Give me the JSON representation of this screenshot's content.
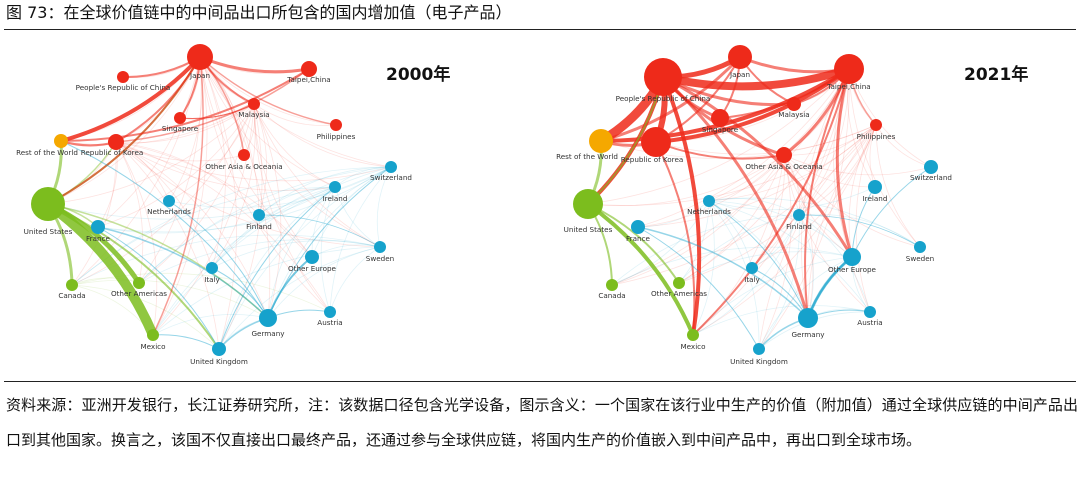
{
  "figure": {
    "title": "图 73：在全球价值链中的中间品出口所包含的国内增加值（电子产品）",
    "note": "资料来源：亚洲开发银行，长江证券研究所，注：该数据口径包含光学设备，图示含义：一个国家在该行业中生产的价值（附加值）通过全球供应链的中间产品出口到其他国家。换言之，该国不仅直接出口最终产品，还通过参与全球供应链，将国内生产的价值嵌入到中间产品中，再出口到全球市场。"
  },
  "colors": {
    "asia": "#ee2a1a",
    "rest_of_world": "#f5a800",
    "americas": "#7cbd1e",
    "europe": "#16a2cc"
  },
  "networks": [
    {
      "id": "2000",
      "label": "2000年",
      "nodes": [
        {
          "id": "japan",
          "label": "Japan",
          "group": "asia",
          "size": 13
        },
        {
          "id": "prc",
          "label": "People's Republic of China",
          "group": "asia",
          "size": 6
        },
        {
          "id": "taipei",
          "label": "Taipei,China",
          "group": "asia",
          "size": 8
        },
        {
          "id": "malaysia",
          "label": "Malaysia",
          "group": "asia",
          "size": 6
        },
        {
          "id": "singapore",
          "label": "Singapore",
          "group": "asia",
          "size": 6
        },
        {
          "id": "philippines",
          "label": "Philippines",
          "group": "asia",
          "size": 6
        },
        {
          "id": "korea",
          "label": "Republic of Korea",
          "group": "asia",
          "size": 8
        },
        {
          "id": "row",
          "label": "Rest of the World",
          "group": "rest_of_world",
          "size": 7
        },
        {
          "id": "oao",
          "label": "Other Asia & Oceania",
          "group": "asia",
          "size": 6
        },
        {
          "id": "switzerland",
          "label": "Switzerland",
          "group": "europe",
          "size": 6
        },
        {
          "id": "us",
          "label": "United States",
          "group": "americas",
          "size": 17
        },
        {
          "id": "netherlands",
          "label": "Netherlands",
          "group": "europe",
          "size": 6
        },
        {
          "id": "ireland",
          "label": "Ireland",
          "group": "europe",
          "size": 6
        },
        {
          "id": "france",
          "label": "France",
          "group": "europe",
          "size": 7
        },
        {
          "id": "finland",
          "label": "Finland",
          "group": "europe",
          "size": 6
        },
        {
          "id": "sweden",
          "label": "Sweden",
          "group": "europe",
          "size": 6
        },
        {
          "id": "italy",
          "label": "Italy",
          "group": "europe",
          "size": 6
        },
        {
          "id": "othereurope",
          "label": "Other Europe",
          "group": "europe",
          "size": 7
        },
        {
          "id": "canada",
          "label": "Canada",
          "group": "americas",
          "size": 6
        },
        {
          "id": "otheramericas",
          "label": "Other Americas",
          "group": "americas",
          "size": 6
        },
        {
          "id": "austria",
          "label": "Austria",
          "group": "europe",
          "size": 6
        },
        {
          "id": "germany",
          "label": "Germany",
          "group": "europe",
          "size": 9
        },
        {
          "id": "mexico",
          "label": "Mexico",
          "group": "americas",
          "size": 6
        },
        {
          "id": "uk",
          "label": "United Kingdom",
          "group": "europe",
          "size": 7
        }
      ],
      "edges": [
        {
          "source": "us",
          "target": "mexico",
          "weight": 10
        },
        {
          "source": "us",
          "target": "otheramericas",
          "weight": 5
        },
        {
          "source": "us",
          "target": "canada",
          "weight": 3
        },
        {
          "source": "us",
          "target": "row",
          "weight": 3
        },
        {
          "source": "us",
          "target": "japan",
          "weight": 2
        },
        {
          "source": "us",
          "target": "uk",
          "weight": 2
        },
        {
          "source": "us",
          "target": "germany",
          "weight": 1.5
        },
        {
          "source": "us",
          "target": "korea",
          "weight": 1.5
        },
        {
          "source": "us",
          "target": "france",
          "weight": 1.5
        },
        {
          "source": "japan",
          "target": "row",
          "weight": 4
        },
        {
          "source": "japan",
          "target": "taipei",
          "weight": 3
        },
        {
          "source": "japan",
          "target": "korea",
          "weight": 2
        },
        {
          "source": "japan",
          "target": "malaysia",
          "weight": 2
        },
        {
          "source": "japan",
          "target": "singapore",
          "weight": 2
        },
        {
          "source": "japan",
          "target": "prc",
          "weight": 2
        },
        {
          "source": "japan",
          "target": "philippines",
          "weight": 1.5
        },
        {
          "source": "japan",
          "target": "mexico",
          "weight": 1.5
        },
        {
          "source": "japan",
          "target": "oao",
          "weight": 1.5
        },
        {
          "source": "japan",
          "target": "us",
          "weight": 2
        },
        {
          "source": "taipei",
          "target": "row",
          "weight": 2
        },
        {
          "source": "taipei",
          "target": "korea",
          "weight": 1.5
        },
        {
          "source": "korea",
          "target": "row",
          "weight": 2
        },
        {
          "source": "germany",
          "target": "othereurope",
          "weight": 2
        },
        {
          "source": "germany",
          "target": "france",
          "weight": 1.5
        },
        {
          "source": "germany",
          "target": "uk",
          "weight": 1.5
        },
        {
          "source": "germany",
          "target": "italy",
          "weight": 1
        },
        {
          "source": "germany",
          "target": "austria",
          "weight": 1
        },
        {
          "source": "germany",
          "target": "row",
          "weight": 1
        },
        {
          "source": "france",
          "target": "uk",
          "weight": 1
        },
        {
          "source": "ireland",
          "target": "uk",
          "weight": 1
        },
        {
          "source": "netherlands",
          "target": "germany",
          "weight": 1
        },
        {
          "source": "switzerland",
          "target": "germany",
          "weight": 1
        },
        {
          "source": "malaysia",
          "target": "singapore",
          "weight": 1
        },
        {
          "source": "singapore",
          "target": "malaysia",
          "weight": 1
        },
        {
          "source": "sweden",
          "target": "finland",
          "weight": 0.8
        },
        {
          "source": "uk",
          "target": "mexico",
          "weight": 1
        }
      ]
    },
    {
      "id": "2021",
      "label": "2021年",
      "nodes": [
        {
          "id": "japan",
          "label": "Japan",
          "group": "asia",
          "size": 12
        },
        {
          "id": "prc",
          "label": "People's Republic of China",
          "group": "asia",
          "size": 19
        },
        {
          "id": "taipei",
          "label": "Taipei,China",
          "group": "asia",
          "size": 15
        },
        {
          "id": "malaysia",
          "label": "Malaysia",
          "group": "asia",
          "size": 7
        },
        {
          "id": "singapore",
          "label": "Singapore",
          "group": "asia",
          "size": 9
        },
        {
          "id": "philippines",
          "label": "Philippines",
          "group": "asia",
          "size": 6
        },
        {
          "id": "korea",
          "label": "Republic of Korea",
          "group": "asia",
          "size": 15
        },
        {
          "id": "row",
          "label": "Rest of the World",
          "group": "rest_of_world",
          "size": 12
        },
        {
          "id": "oao",
          "label": "Other Asia & Oceania",
          "group": "asia",
          "size": 8
        },
        {
          "id": "switzerland",
          "label": "Switzerland",
          "group": "europe",
          "size": 7
        },
        {
          "id": "us",
          "label": "United States",
          "group": "americas",
          "size": 15
        },
        {
          "id": "netherlands",
          "label": "Netherlands",
          "group": "europe",
          "size": 6
        },
        {
          "id": "ireland",
          "label": "Ireland",
          "group": "europe",
          "size": 7
        },
        {
          "id": "france",
          "label": "France",
          "group": "europe",
          "size": 7
        },
        {
          "id": "finland",
          "label": "Finland",
          "group": "europe",
          "size": 6
        },
        {
          "id": "sweden",
          "label": "Sweden",
          "group": "europe",
          "size": 6
        },
        {
          "id": "italy",
          "label": "Italy",
          "group": "europe",
          "size": 6
        },
        {
          "id": "othereurope",
          "label": "Other Europe",
          "group": "europe",
          "size": 9
        },
        {
          "id": "canada",
          "label": "Canada",
          "group": "americas",
          "size": 6
        },
        {
          "id": "otheramericas",
          "label": "Other Americas",
          "group": "americas",
          "size": 6
        },
        {
          "id": "austria",
          "label": "Austria",
          "group": "europe",
          "size": 6
        },
        {
          "id": "germany",
          "label": "Germany",
          "group": "europe",
          "size": 10
        },
        {
          "id": "mexico",
          "label": "Mexico",
          "group": "americas",
          "size": 6
        },
        {
          "id": "uk",
          "label": "United Kingdom",
          "group": "europe",
          "size": 6
        }
      ],
      "edges": [
        {
          "source": "prc",
          "target": "taipei",
          "weight": 8
        },
        {
          "source": "prc",
          "target": "japan",
          "weight": 5
        },
        {
          "source": "prc",
          "target": "korea",
          "weight": 6
        },
        {
          "source": "prc",
          "target": "row",
          "weight": 9
        },
        {
          "source": "prc",
          "target": "singapore",
          "weight": 3
        },
        {
          "source": "prc",
          "target": "malaysia",
          "weight": 3
        },
        {
          "source": "prc",
          "target": "oao",
          "weight": 3
        },
        {
          "source": "prc",
          "target": "mexico",
          "weight": 4
        },
        {
          "source": "prc",
          "target": "germany",
          "weight": 3
        },
        {
          "source": "prc",
          "target": "othereurope",
          "weight": 3
        },
        {
          "source": "prc",
          "target": "us",
          "weight": 4
        },
        {
          "source": "taipei",
          "target": "japan",
          "weight": 3
        },
        {
          "source": "taipei",
          "target": "korea",
          "weight": 4
        },
        {
          "source": "taipei",
          "target": "row",
          "weight": 4
        },
        {
          "source": "taipei",
          "target": "malaysia",
          "weight": 2
        },
        {
          "source": "taipei",
          "target": "singapore",
          "weight": 2
        },
        {
          "source": "taipei",
          "target": "philippines",
          "weight": 1.5
        },
        {
          "source": "taipei",
          "target": "oao",
          "weight": 3
        },
        {
          "source": "taipei",
          "target": "mexico",
          "weight": 2
        },
        {
          "source": "taipei",
          "target": "othereurope",
          "weight": 3
        },
        {
          "source": "taipei",
          "target": "germany",
          "weight": 2
        },
        {
          "source": "korea",
          "target": "row",
          "weight": 3
        },
        {
          "source": "korea",
          "target": "japan",
          "weight": 2
        },
        {
          "source": "korea",
          "target": "oao",
          "weight": 2
        },
        {
          "source": "korea",
          "target": "mexico",
          "weight": 2
        },
        {
          "source": "japan",
          "target": "row",
          "weight": 3
        },
        {
          "source": "japan",
          "target": "malaysia",
          "weight": 2
        },
        {
          "source": "japan",
          "target": "singapore",
          "weight": 2
        },
        {
          "source": "us",
          "target": "mexico",
          "weight": 4
        },
        {
          "source": "us",
          "target": "canada",
          "weight": 2
        },
        {
          "source": "us",
          "target": "otheramericas",
          "weight": 2
        },
        {
          "source": "us",
          "target": "row",
          "weight": 3
        },
        {
          "source": "us",
          "target": "prc",
          "weight": 2
        },
        {
          "source": "germany",
          "target": "othereurope",
          "weight": 3
        },
        {
          "source": "germany",
          "target": "france",
          "weight": 1.5
        },
        {
          "source": "germany",
          "target": "uk",
          "weight": 1.5
        },
        {
          "source": "germany",
          "target": "austria",
          "weight": 1
        },
        {
          "source": "germany",
          "target": "italy",
          "weight": 1
        },
        {
          "source": "othereurope",
          "target": "germany",
          "weight": 2
        },
        {
          "source": "othereurope",
          "target": "switzerland",
          "weight": 1
        },
        {
          "source": "ireland",
          "target": "othereurope",
          "weight": 1
        },
        {
          "source": "france",
          "target": "uk",
          "weight": 1
        },
        {
          "source": "sweden",
          "target": "finland",
          "weight": 0.8
        },
        {
          "source": "netherlands",
          "target": "germany",
          "weight": 1
        }
      ]
    }
  ]
}
